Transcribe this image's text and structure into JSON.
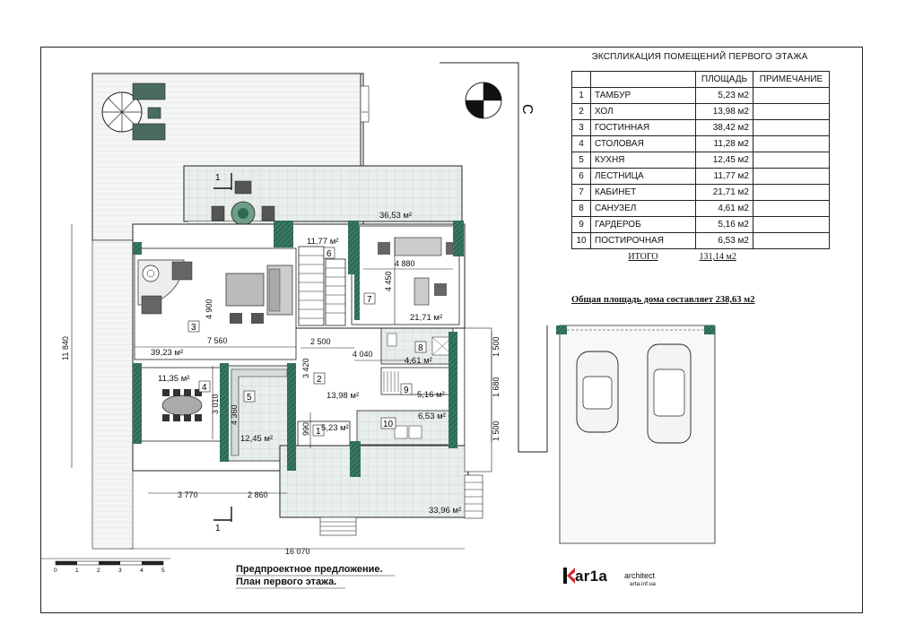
{
  "explication": {
    "title": "ЭКСПЛИКАЦИЯ ПОМЕЩЕНИЙ ПЕРВОГО ЭТАЖА",
    "headers": {
      "area": "ПЛОЩАДЬ",
      "note": "ПРИМЕЧАНИЕ"
    },
    "rows": [
      {
        "n": "1",
        "name": "ТАМБУР",
        "area": "5,23 м2"
      },
      {
        "n": "2",
        "name": "ХОЛ",
        "area": "13,98 м2"
      },
      {
        "n": "3",
        "name": "ГОСТИННАЯ",
        "area": "38,42 м2"
      },
      {
        "n": "4",
        "name": "СТОЛОВАЯ",
        "area": "11,28 м2"
      },
      {
        "n": "5",
        "name": "КУХНЯ",
        "area": "12,45 м2"
      },
      {
        "n": "6",
        "name": "ЛЕСТНИЦА",
        "area": "11,77 м2"
      },
      {
        "n": "7",
        "name": "КАБИНЕТ",
        "area": "21,71 м2"
      },
      {
        "n": "8",
        "name": "САНУЗЕЛ",
        "area": "4,61 м2"
      },
      {
        "n": "9",
        "name": "ГАРДЕРОБ",
        "area": "5,16 м2"
      },
      {
        "n": "10",
        "name": "ПОСТИРОЧНАЯ",
        "area": "6,53 м2"
      }
    ],
    "total_label": "ИТОГО",
    "total_value": "131,14 м2"
  },
  "house_total": "Общая площадь дома составляет  238,63  м2",
  "compass_letter": "С",
  "captions": {
    "line1": "Предпроектное предложение.",
    "line2": "План первого этажа."
  },
  "logo": {
    "brand": "ar1a",
    "sub": "architect",
    "url": "arta.inf.ua"
  },
  "plan": {
    "room_numbers": [
      "1",
      "2",
      "3",
      "4",
      "5",
      "6",
      "7",
      "8",
      "9",
      "10"
    ],
    "areas": {
      "terrace_top": "36,53 м²",
      "stair": "11,77 м²",
      "study": "21,71 м²",
      "living": "39,23 м²",
      "wc": "4,61 м²",
      "dining": "11,35 м²",
      "hall": "13,98 м²",
      "wardrobe": "5,16 м²",
      "laundry": "6,53 м²",
      "vestibule": "5,23 м²",
      "kitchen": "12,45 м²",
      "terrace_bottom": "33,96 м²"
    },
    "dimensions": {
      "d11840": "11 840",
      "d4880": "4 880",
      "d4450": "4 450",
      "d4900": "4 900",
      "d7560": "7 560",
      "d2500": "2 500",
      "d4040": "4 040",
      "d3420": "3 420",
      "d3010": "3 010",
      "d4360": "4 360",
      "d990": "990",
      "d1500a": "1 500",
      "d1680": "1 680",
      "d1500b": "1 500",
      "d3770": "3 770",
      "d2860": "2 860",
      "d16070": "16 070"
    },
    "section_marks": [
      "1",
      "1"
    ],
    "scale_labels": [
      "0",
      "1",
      "2",
      "3",
      "4",
      "5"
    ]
  },
  "colors": {
    "wall": "#2e6b55",
    "floor_tile": "#e4ebe8",
    "line": "#222222",
    "accent_red": "#cc2a2a"
  }
}
